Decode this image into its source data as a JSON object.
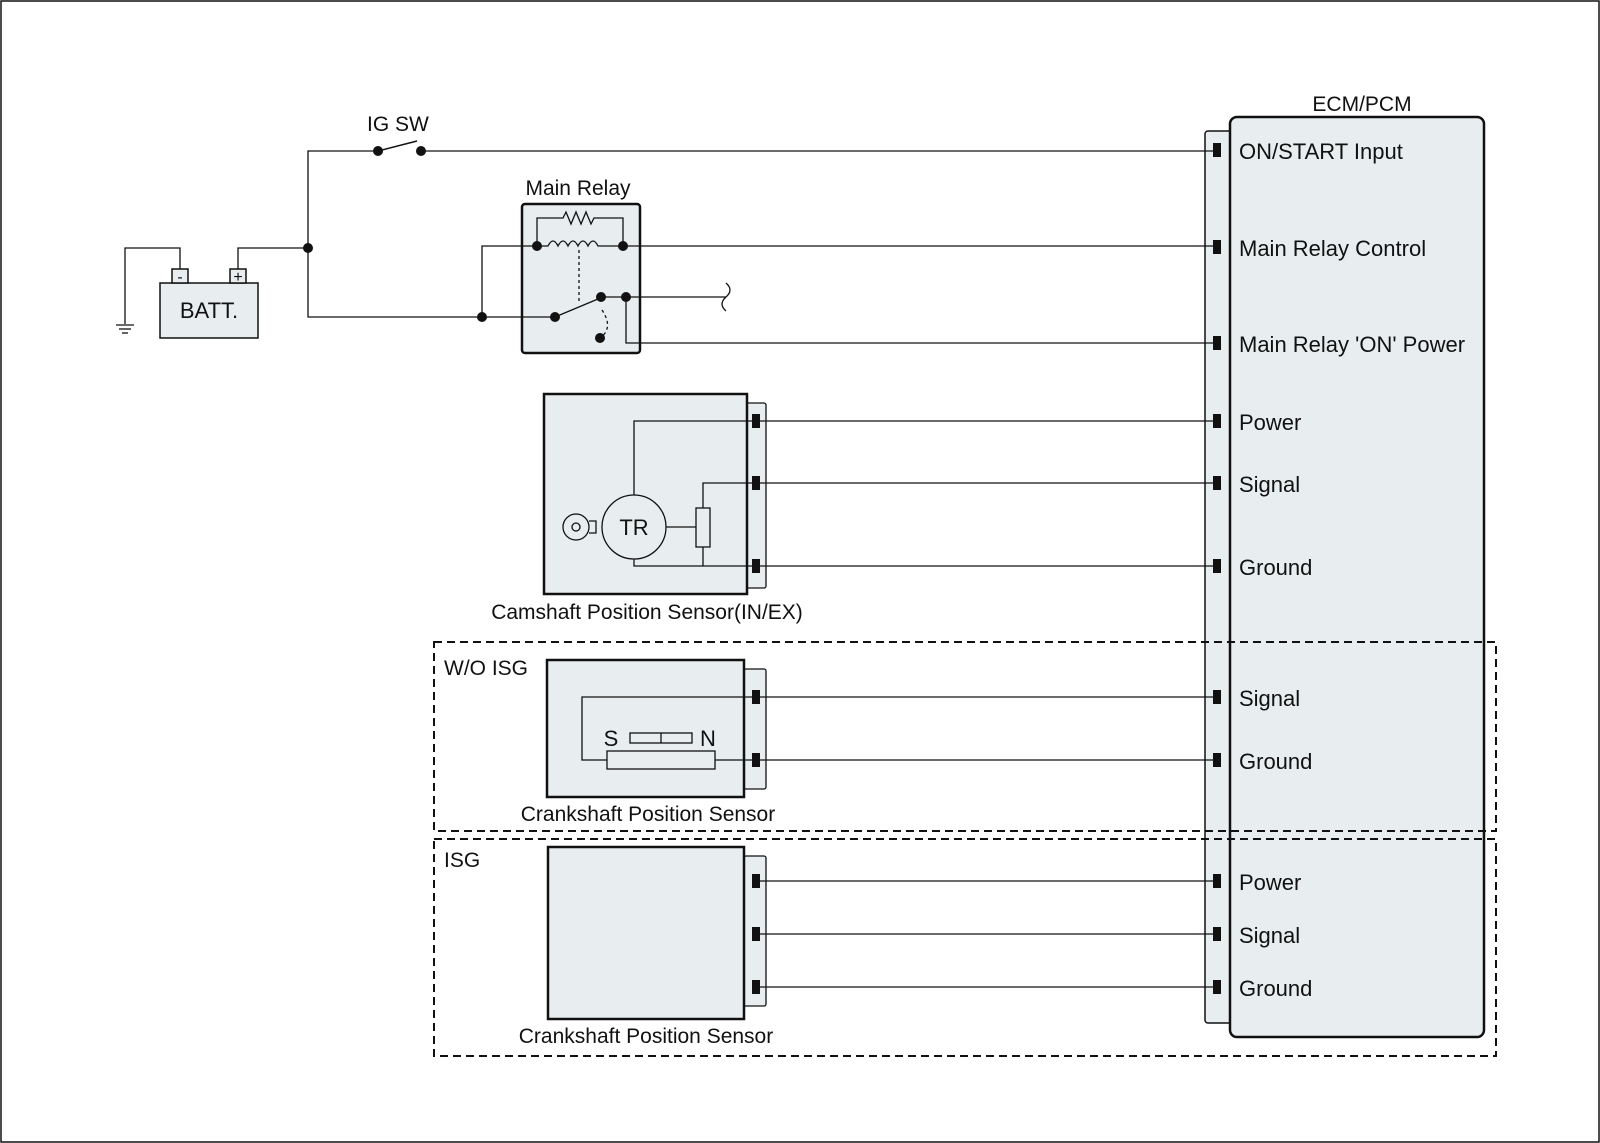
{
  "ecm": {
    "title": "ECM/PCM",
    "pins": [
      "ON/START Input",
      "Main Relay Control",
      "Main Relay 'ON' Power",
      "Power",
      "Signal",
      "Ground",
      "Signal",
      "Ground",
      "Power",
      "Signal",
      "Ground"
    ]
  },
  "battery": {
    "label": "BATT.",
    "neg": "-",
    "pos": "+"
  },
  "ig_switch": {
    "label": "IG SW"
  },
  "main_relay": {
    "label": "Main Relay"
  },
  "cmp": {
    "label": "Camshaft Position Sensor(IN/EX)",
    "tr": "TR"
  },
  "ckp_wo": {
    "group": "W/O ISG",
    "label": "Crankshaft Position Sensor",
    "s": "S",
    "n": "N"
  },
  "ckp_isg": {
    "group": "ISG",
    "label": "Crankshaft Position Sensor"
  },
  "colors": {
    "fill": "#e8eef0",
    "line": "#111111"
  }
}
